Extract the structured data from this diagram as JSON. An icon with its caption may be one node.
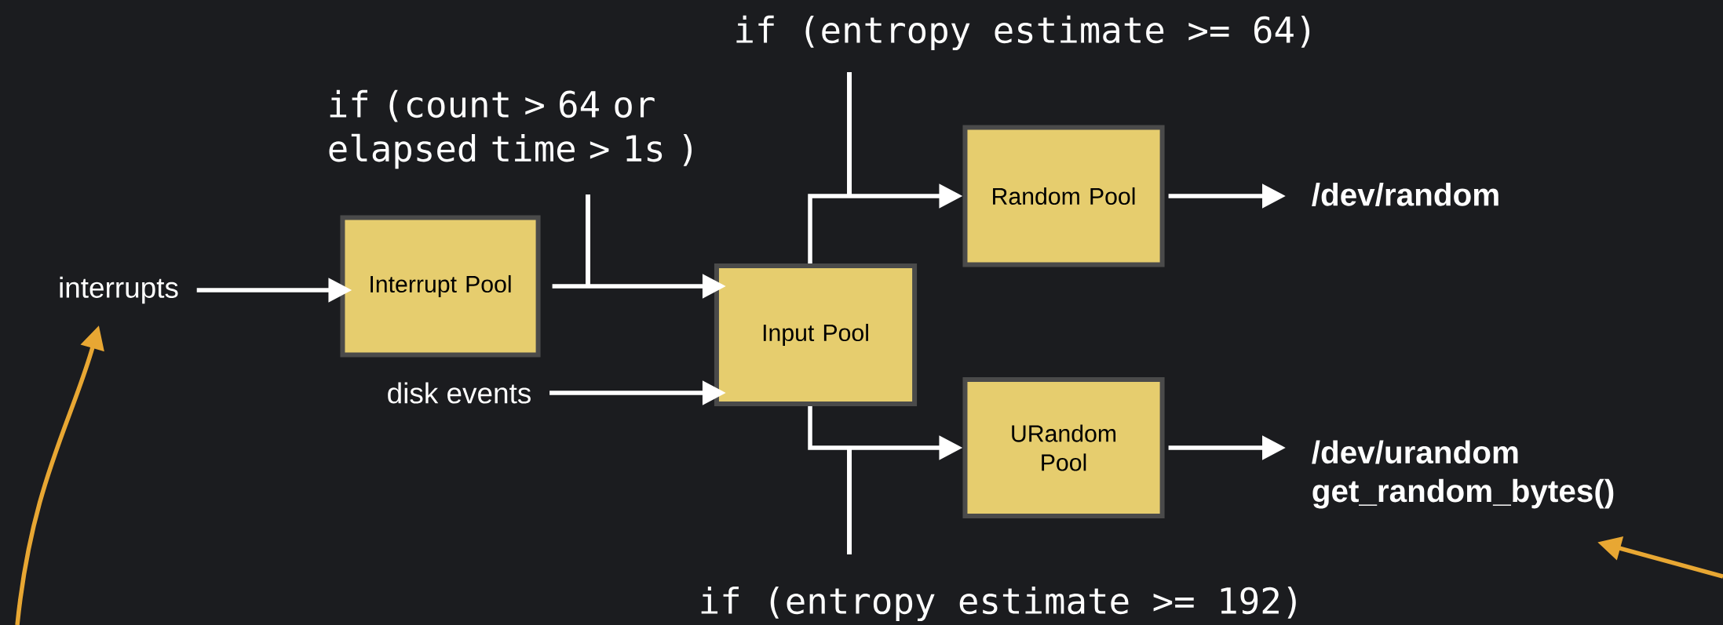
{
  "diagram": {
    "nodes": [
      {
        "text": [
          "interrupts"
        ]
      },
      {
        "text": [
          "Interrupt Pool"
        ]
      },
      {
        "text": [
          "disk events"
        ]
      },
      {
        "text": [
          "Input Pool"
        ]
      },
      {
        "text": [
          "Random Pool"
        ]
      },
      {
        "text": [
          "URandom Pool"
        ]
      },
      {
        "text": [
          "/dev/random"
        ]
      },
      {
        "text": [
          "/dev/urandom",
          "get_random_bytes()"
        ]
      }
    ],
    "edges": [
      {
        "from": 0,
        "to": 1,
        "arrow": "to"
      },
      {
        "from": 1,
        "to": 3,
        "arrow": "to"
      },
      {
        "from": 2,
        "to": 3,
        "arrow": "to"
      },
      {
        "from": 3,
        "to": 4,
        "arrow": "to"
      },
      {
        "from": 3,
        "to": 5,
        "arrow": "to"
      },
      {
        "from": 4,
        "to": 6,
        "arrow": "to"
      },
      {
        "from": 5,
        "to": 7,
        "arrow": "to"
      },
      {
        "from": null,
        "to": 0,
        "arrow": "to",
        "color": "#e8a733"
      },
      {
        "from": null,
        "to": 7,
        "arrow": "to",
        "color": "#e8a733"
      }
    ],
    "labels": [
      "if (entropy estimate >= 64)",
      "if (count > 64 or elapsed time > 1s )",
      "if (entropy estimate >= 192)"
    ]
  }
}
